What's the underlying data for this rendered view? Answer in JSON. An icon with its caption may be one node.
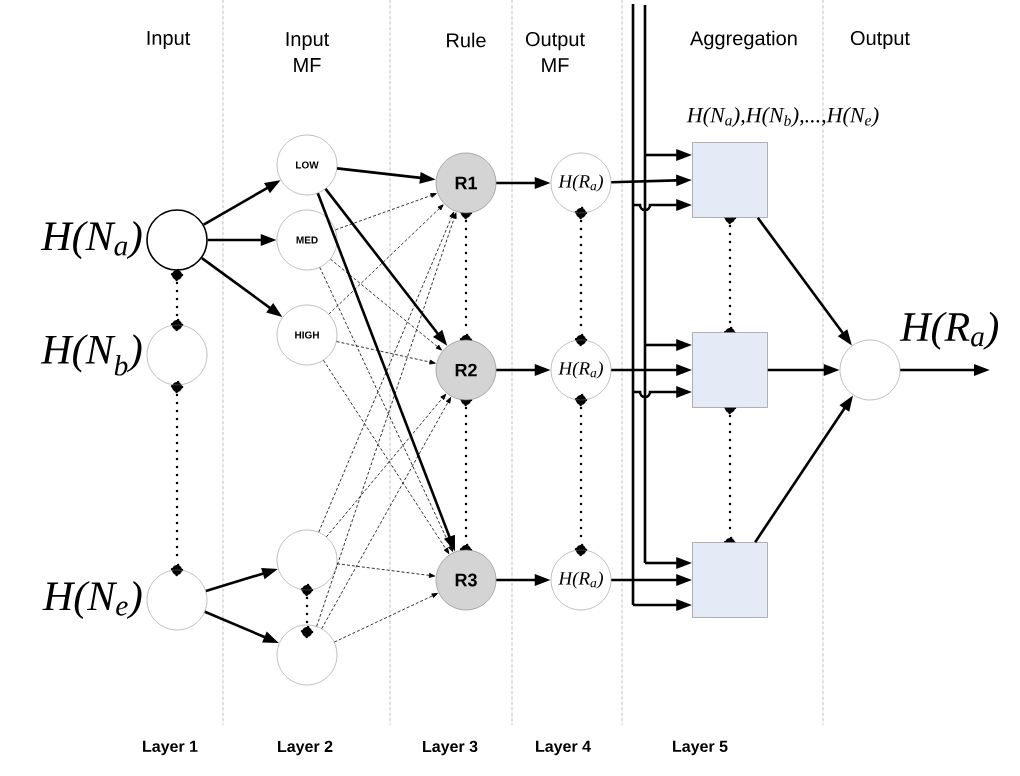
{
  "diagram": {
    "nodes": [
      {
        "text": [],
        "shape": "circle",
        "beside": [
          "H(N$_{a}$)"
        ]
      },
      {
        "text": [],
        "shape": "circle",
        "beside": [
          "H(N$_{b}$)"
        ]
      },
      {
        "text": [],
        "shape": "circle",
        "beside": [
          "H(N$_{e}$)"
        ]
      },
      {
        "text": [
          "LOW"
        ]
      },
      {
        "text": [
          "MED"
        ]
      },
      {
        "text": [
          "HIGH"
        ]
      },
      {
        "text": [],
        "shape": "circle"
      },
      {
        "text": [],
        "shape": "circle"
      },
      {
        "text": [
          "R1"
        ]
      },
      {
        "text": [
          "R2"
        ]
      },
      {
        "text": [
          "R3"
        ]
      },
      {
        "text": [
          "H(R$_{a}$)"
        ]
      },
      {
        "text": [
          "H(R$_{a}$)"
        ]
      },
      {
        "text": [
          "H(R$_{a}$)"
        ]
      },
      {
        "text": [],
        "shape": "box",
        "beside": [
          "H(N$_{a}$),H(N$_{b}$),...,H(N$_{e}$)"
        ]
      },
      {
        "text": [],
        "shape": "box"
      },
      {
        "text": [],
        "shape": "box"
      },
      {
        "text": [],
        "shape": "circle",
        "beside": [
          "H(R$_{a}$)"
        ]
      }
    ],
    "edges": [
      {
        "from": 0,
        "to": 3,
        "arrow": "to"
      },
      {
        "from": 0,
        "to": 4,
        "arrow": "to"
      },
      {
        "from": 0,
        "to": 5,
        "arrow": "to"
      },
      {
        "from": 2,
        "to": 6,
        "arrow": "to"
      },
      {
        "from": 2,
        "to": 7,
        "arrow": "to"
      },
      {
        "from": 3,
        "to": 8,
        "arrow": "to"
      },
      {
        "from": 3,
        "to": 9,
        "arrow": "to"
      },
      {
        "from": 3,
        "to": 10,
        "arrow": "to"
      },
      {
        "from": 4,
        "to": 8,
        "arrow": "to",
        "style": "dashed"
      },
      {
        "from": 4,
        "to": 9,
        "arrow": "to",
        "style": "dashed"
      },
      {
        "from": 4,
        "to": 10,
        "arrow": "to",
        "style": "dashed"
      },
      {
        "from": 5,
        "to": 8,
        "arrow": "to",
        "style": "dashed"
      },
      {
        "from": 5,
        "to": 9,
        "arrow": "to",
        "style": "dashed"
      },
      {
        "from": 5,
        "to": 10,
        "arrow": "to",
        "style": "dashed"
      },
      {
        "from": 6,
        "to": 8,
        "arrow": "to",
        "style": "dashed"
      },
      {
        "from": 6,
        "to": 9,
        "arrow": "to",
        "style": "dashed"
      },
      {
        "from": 6,
        "to": 10,
        "arrow": "to",
        "style": "dashed"
      },
      {
        "from": 7,
        "to": 8,
        "arrow": "to",
        "style": "dashed"
      },
      {
        "from": 7,
        "to": 9,
        "arrow": "to",
        "style": "dashed"
      },
      {
        "from": 7,
        "to": 10,
        "arrow": "to",
        "style": "dashed"
      },
      {
        "from": 8,
        "to": 11,
        "arrow": "to"
      },
      {
        "from": 9,
        "to": 12,
        "arrow": "to"
      },
      {
        "from": 10,
        "to": 13,
        "arrow": "to"
      },
      {
        "from": null,
        "to": 14,
        "arrow": "to"
      },
      {
        "from": 11,
        "to": 14,
        "arrow": "to"
      },
      {
        "from": null,
        "to": 14,
        "arrow": "to"
      },
      {
        "from": null,
        "to": 15,
        "arrow": "to"
      },
      {
        "from": 12,
        "to": 15,
        "arrow": "to"
      },
      {
        "from": null,
        "to": 15,
        "arrow": "to"
      },
      {
        "from": null,
        "to": 16,
        "arrow": "to"
      },
      {
        "from": 13,
        "to": 16,
        "arrow": "to"
      },
      {
        "from": null,
        "to": 16,
        "arrow": "to"
      },
      {
        "from": 14,
        "to": 17,
        "arrow": "to"
      },
      {
        "from": 15,
        "to": 17,
        "arrow": "to"
      },
      {
        "from": 16,
        "to": 17,
        "arrow": "to"
      },
      {
        "from": 17,
        "to": null,
        "arrow": "to"
      }
    ],
    "labels": [
      "Input",
      "Input MF",
      "Rule",
      "Output MF",
      "Aggregation",
      "Output",
      "Layer 1",
      "Layer 2",
      "Layer 3",
      "Layer 4",
      "Layer 5"
    ]
  }
}
